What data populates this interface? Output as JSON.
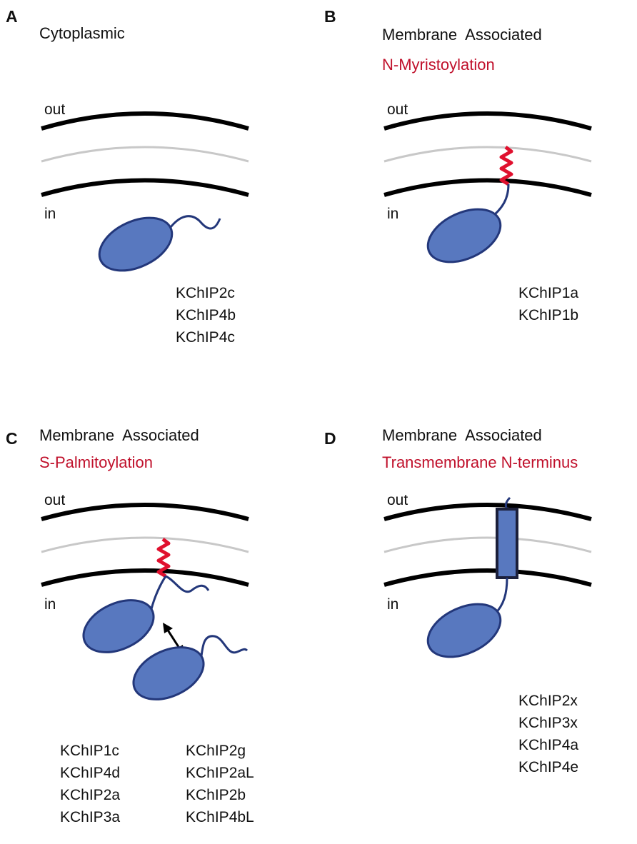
{
  "colors": {
    "membrane": "#000000",
    "inner_leaflet": "#c8c8c8",
    "protein_fill": "#5878bf",
    "protein_stroke": "#23377a",
    "lipid_anchor": "#e0102e",
    "subtitle": "#c0102b"
  },
  "panels": [
    {
      "letter": "A",
      "title": "Cytoplasmic",
      "subtitle": "",
      "out_label": "out",
      "in_label": "in",
      "isoforms": [
        "KChIP2c",
        "KChIP4b",
        "KChIP4c"
      ]
    },
    {
      "letter": "B",
      "title": "Membrane  Associated",
      "subtitle": "N-Myristoylation",
      "out_label": "out",
      "in_label": "in",
      "isoforms": [
        "KChIP1a",
        "KChIP1b"
      ]
    },
    {
      "letter": "C",
      "title": "Membrane  Associated",
      "subtitle": "S-Palmitoylation",
      "out_label": "out",
      "in_label": "in",
      "isoforms_left": [
        "KChIP1c",
        "KChIP4d",
        "KChIP2a",
        "KChIP3a"
      ],
      "isoforms_right": [
        "KChIP2g",
        "KChIP2aL",
        "KChIP2b",
        "KChIP4bL"
      ]
    },
    {
      "letter": "D",
      "title": "Membrane  Associated",
      "subtitle": "Transmembrane N-terminus",
      "out_label": "out",
      "in_label": "in",
      "isoforms": [
        "KChIP2x",
        "KChIP3x",
        "KChIP4a",
        "KChIP4e"
      ]
    }
  ]
}
